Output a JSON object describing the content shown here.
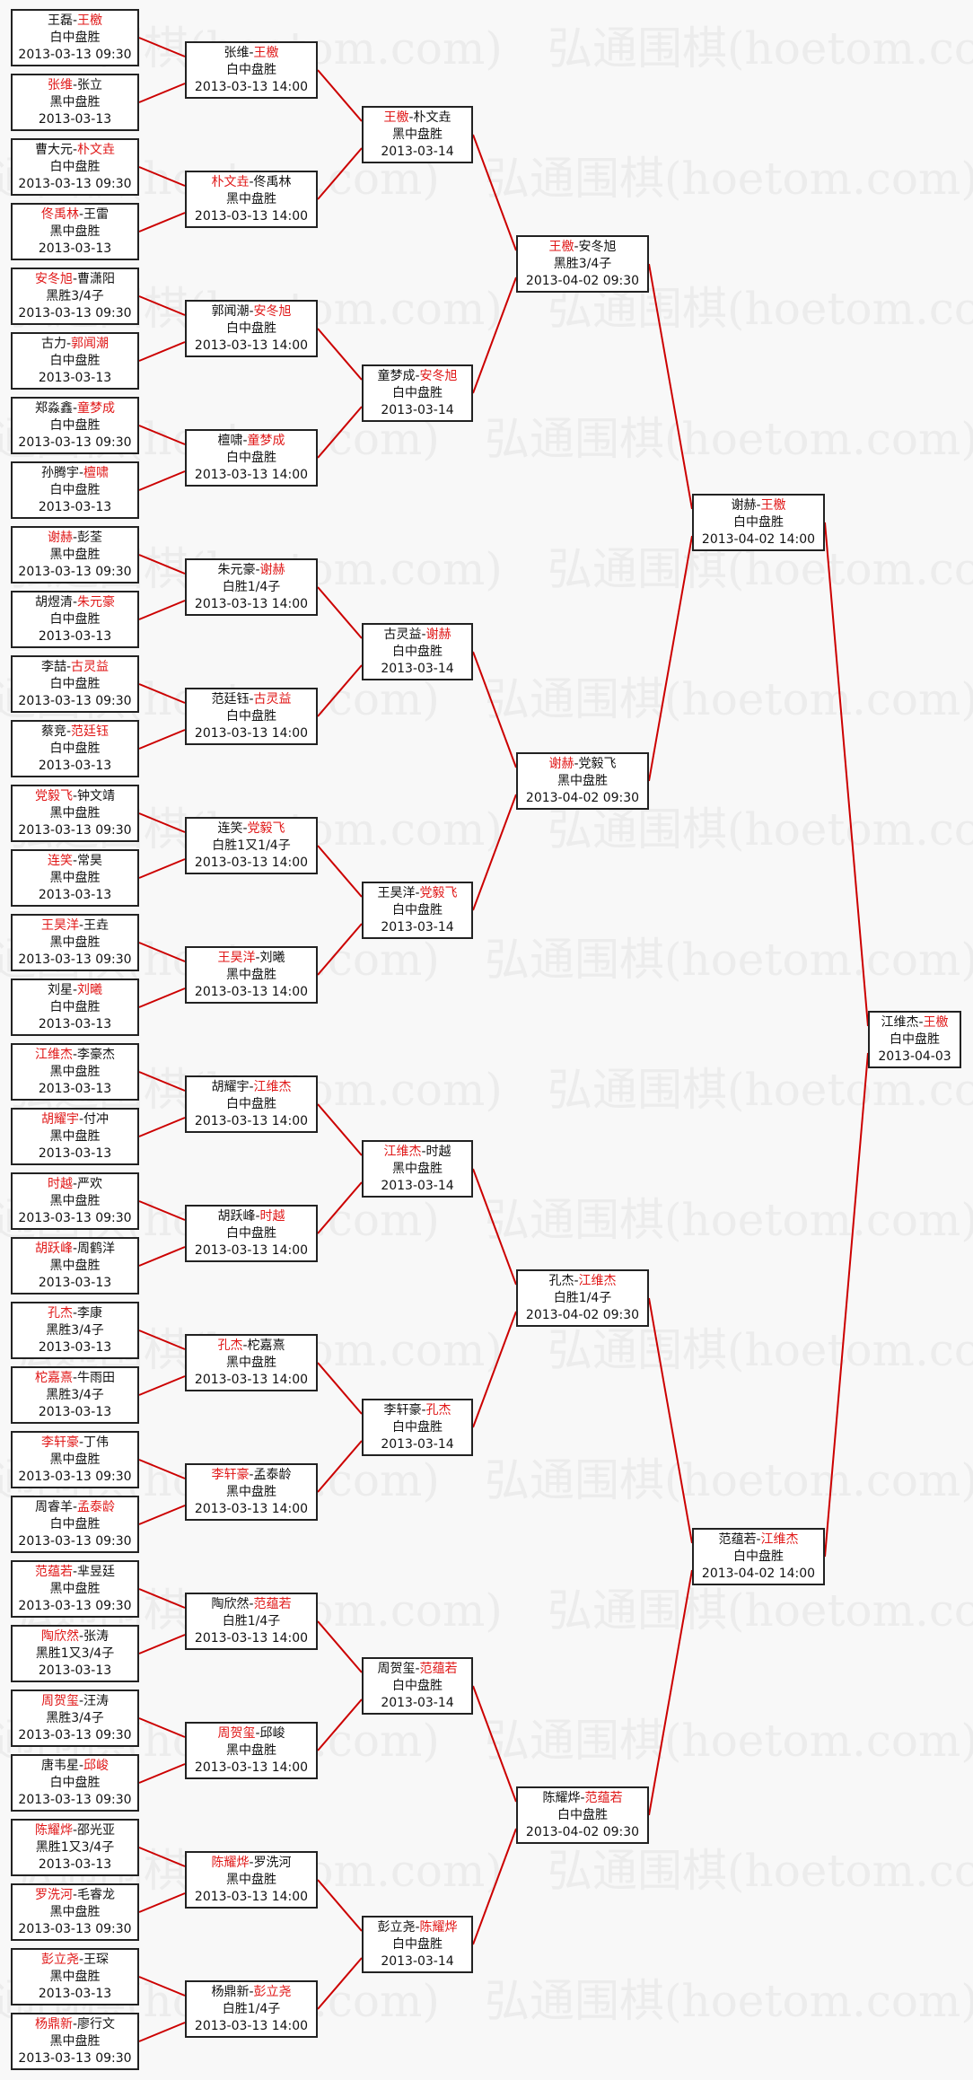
{
  "watermark": "弘通围棋(hoetom.com)",
  "colors": {
    "winner": "#e01818",
    "connector": "#cc0000",
    "border": "#222222"
  },
  "rounds": [
    [
      {
        "p1": "王磊",
        "p2": "王檄",
        "w": 2,
        "res": "白中盘胜",
        "date": "2013-03-13 09:30"
      },
      {
        "p1": "张维",
        "p2": "张立",
        "w": 1,
        "res": "黑中盘胜",
        "date": "2013-03-13"
      },
      {
        "p1": "曹大元",
        "p2": "朴文垚",
        "w": 2,
        "res": "白中盘胜",
        "date": "2013-03-13 09:30"
      },
      {
        "p1": "佟禹林",
        "p2": "王雷",
        "w": 1,
        "res": "黑中盘胜",
        "date": "2013-03-13"
      },
      {
        "p1": "安冬旭",
        "p2": "曹潇阳",
        "w": 1,
        "res": "黑胜3/4子",
        "date": "2013-03-13 09:30"
      },
      {
        "p1": "古力",
        "p2": "郭闻潮",
        "w": 2,
        "res": "白中盘胜",
        "date": "2013-03-13"
      },
      {
        "p1": "郑淼鑫",
        "p2": "童梦成",
        "w": 2,
        "res": "白中盘胜",
        "date": "2013-03-13 09:30"
      },
      {
        "p1": "孙腾宇",
        "p2": "檀啸",
        "w": 2,
        "res": "白中盘胜",
        "date": "2013-03-13"
      },
      {
        "p1": "谢赫",
        "p2": "彭荃",
        "w": 1,
        "res": "黑中盘胜",
        "date": "2013-03-13 09:30"
      },
      {
        "p1": "胡煜清",
        "p2": "朱元豪",
        "w": 2,
        "res": "白中盘胜",
        "date": "2013-03-13"
      },
      {
        "p1": "李喆",
        "p2": "古灵益",
        "w": 2,
        "res": "白中盘胜",
        "date": "2013-03-13 09:30"
      },
      {
        "p1": "蔡竞",
        "p2": "范廷钰",
        "w": 2,
        "res": "白中盘胜",
        "date": "2013-03-13"
      },
      {
        "p1": "党毅飞",
        "p2": "钟文靖",
        "w": 1,
        "res": "黑中盘胜",
        "date": "2013-03-13 09:30"
      },
      {
        "p1": "连笑",
        "p2": "常昊",
        "w": 1,
        "res": "黑中盘胜",
        "date": "2013-03-13"
      },
      {
        "p1": "王昊洋",
        "p2": "王垚",
        "w": 1,
        "res": "黑中盘胜",
        "date": "2013-03-13 09:30"
      },
      {
        "p1": "刘星",
        "p2": "刘曦",
        "w": 2,
        "res": "白中盘胜",
        "date": "2013-03-13"
      },
      {
        "p1": "江维杰",
        "p2": "李豪杰",
        "w": 1,
        "res": "黑中盘胜",
        "date": "2013-03-13"
      },
      {
        "p1": "胡耀宇",
        "p2": "付冲",
        "w": 1,
        "res": "黑中盘胜",
        "date": "2013-03-13"
      },
      {
        "p1": "时越",
        "p2": "严欢",
        "w": 1,
        "res": "黑中盘胜",
        "date": "2013-03-13 09:30"
      },
      {
        "p1": "胡跃峰",
        "p2": "周鹤洋",
        "w": 1,
        "res": "黑中盘胜",
        "date": "2013-03-13"
      },
      {
        "p1": "孔杰",
        "p2": "李康",
        "w": 1,
        "res": "黑胜3/4子",
        "date": "2013-03-13"
      },
      {
        "p1": "柁嘉熹",
        "p2": "牛雨田",
        "w": 1,
        "res": "黑胜3/4子",
        "date": "2013-03-13"
      },
      {
        "p1": "李轩豪",
        "p2": "丁伟",
        "w": 1,
        "res": "黑中盘胜",
        "date": "2013-03-13 09:30"
      },
      {
        "p1": "周睿羊",
        "p2": "孟泰龄",
        "w": 2,
        "res": "白中盘胜",
        "date": "2013-03-13 09:30"
      },
      {
        "p1": "范蕴若",
        "p2": "芈昱廷",
        "w": 1,
        "res": "黑中盘胜",
        "date": "2013-03-13 09:30"
      },
      {
        "p1": "陶欣然",
        "p2": "张涛",
        "w": 1,
        "res": "黑胜1又3/4子",
        "date": "2013-03-13"
      },
      {
        "p1": "周贺玺",
        "p2": "汪涛",
        "w": 1,
        "res": "黑胜3/4子",
        "date": "2013-03-13 09:30"
      },
      {
        "p1": "唐韦星",
        "p2": "邱峻",
        "w": 2,
        "res": "白中盘胜",
        "date": "2013-03-13 09:30"
      },
      {
        "p1": "陈耀烨",
        "p2": "邵光亚",
        "w": 1,
        "res": "黑胜1又3/4子",
        "date": "2013-03-13"
      },
      {
        "p1": "罗洗河",
        "p2": "毛睿龙",
        "w": 1,
        "res": "黑中盘胜",
        "date": "2013-03-13 09:30"
      },
      {
        "p1": "彭立尧",
        "p2": "王琛",
        "w": 1,
        "res": "黑中盘胜",
        "date": "2013-03-13"
      },
      {
        "p1": "杨鼎新",
        "p2": "廖行文",
        "w": 1,
        "res": "黑中盘胜",
        "date": "2013-03-13 09:30"
      }
    ],
    [
      {
        "p1": "张维",
        "p2": "王檄",
        "w": 2,
        "res": "白中盘胜",
        "date": "2013-03-13 14:00"
      },
      {
        "p1": "朴文垚",
        "p2": "佟禹林",
        "w": 1,
        "res": "黑中盘胜",
        "date": "2013-03-13 14:00"
      },
      {
        "p1": "郭闻潮",
        "p2": "安冬旭",
        "w": 2,
        "res": "白中盘胜",
        "date": "2013-03-13 14:00"
      },
      {
        "p1": "檀啸",
        "p2": "童梦成",
        "w": 2,
        "res": "白中盘胜",
        "date": "2013-03-13 14:00"
      },
      {
        "p1": "朱元豪",
        "p2": "谢赫",
        "w": 2,
        "res": "白胜1/4子",
        "date": "2013-03-13 14:00"
      },
      {
        "p1": "范廷钰",
        "p2": "古灵益",
        "w": 2,
        "res": "白中盘胜",
        "date": "2013-03-13 14:00"
      },
      {
        "p1": "连笑",
        "p2": "党毅飞",
        "w": 2,
        "res": "白胜1又1/4子",
        "date": "2013-03-13 14:00"
      },
      {
        "p1": "王昊洋",
        "p2": "刘曦",
        "w": 1,
        "res": "黑中盘胜",
        "date": "2013-03-13 14:00"
      },
      {
        "p1": "胡耀宇",
        "p2": "江维杰",
        "w": 2,
        "res": "白中盘胜",
        "date": "2013-03-13 14:00"
      },
      {
        "p1": "胡跃峰",
        "p2": "时越",
        "w": 2,
        "res": "白中盘胜",
        "date": "2013-03-13 14:00"
      },
      {
        "p1": "孔杰",
        "p2": "柁嘉熹",
        "w": 1,
        "res": "黑中盘胜",
        "date": "2013-03-13 14:00"
      },
      {
        "p1": "李轩豪",
        "p2": "孟泰龄",
        "w": 1,
        "res": "黑中盘胜",
        "date": "2013-03-13 14:00"
      },
      {
        "p1": "陶欣然",
        "p2": "范蕴若",
        "w": 2,
        "res": "白胜1/4子",
        "date": "2013-03-13 14:00"
      },
      {
        "p1": "周贺玺",
        "p2": "邱峻",
        "w": 1,
        "res": "黑中盘胜",
        "date": "2013-03-13 14:00"
      },
      {
        "p1": "陈耀烨",
        "p2": "罗洗河",
        "w": 1,
        "res": "黑中盘胜",
        "date": "2013-03-13 14:00"
      },
      {
        "p1": "杨鼎新",
        "p2": "彭立尧",
        "w": 2,
        "res": "白胜1/4子",
        "date": "2013-03-13 14:00"
      }
    ],
    [
      {
        "p1": "王檄",
        "p2": "朴文垚",
        "w": 1,
        "res": "黑中盘胜",
        "date": "2013-03-14"
      },
      {
        "p1": "童梦成",
        "p2": "安冬旭",
        "w": 2,
        "res": "白中盘胜",
        "date": "2013-03-14"
      },
      {
        "p1": "古灵益",
        "p2": "谢赫",
        "w": 2,
        "res": "白中盘胜",
        "date": "2013-03-14"
      },
      {
        "p1": "王昊洋",
        "p2": "党毅飞",
        "w": 2,
        "res": "白中盘胜",
        "date": "2013-03-14"
      },
      {
        "p1": "江维杰",
        "p2": "时越",
        "w": 1,
        "res": "黑中盘胜",
        "date": "2013-03-14"
      },
      {
        "p1": "李轩豪",
        "p2": "孔杰",
        "w": 2,
        "res": "白中盘胜",
        "date": "2013-03-14"
      },
      {
        "p1": "周贺玺",
        "p2": "范蕴若",
        "w": 2,
        "res": "白中盘胜",
        "date": "2013-03-14"
      },
      {
        "p1": "彭立尧",
        "p2": "陈耀烨",
        "w": 2,
        "res": "白中盘胜",
        "date": "2013-03-14"
      }
    ],
    [
      {
        "p1": "王檄",
        "p2": "安冬旭",
        "w": 1,
        "res": "黑胜3/4子",
        "date": "2013-04-02 09:30"
      },
      {
        "p1": "谢赫",
        "p2": "党毅飞",
        "w": 1,
        "res": "黑中盘胜",
        "date": "2013-04-02 09:30"
      },
      {
        "p1": "孔杰",
        "p2": "江维杰",
        "w": 2,
        "res": "白胜1/4子",
        "date": "2013-04-02 09:30"
      },
      {
        "p1": "陈耀烨",
        "p2": "范蕴若",
        "w": 2,
        "res": "白中盘胜",
        "date": "2013-04-02 09:30"
      }
    ],
    [
      {
        "p1": "谢赫",
        "p2": "王檄",
        "w": 2,
        "res": "白中盘胜",
        "date": "2013-04-02 14:00"
      },
      {
        "p1": "范蕴若",
        "p2": "江维杰",
        "w": 2,
        "res": "白中盘胜",
        "date": "2013-04-02 14:00"
      }
    ],
    [
      {
        "p1": "江维杰",
        "p2": "王檄",
        "w": 2,
        "res": "白中盘胜",
        "date": "2013-04-03"
      }
    ]
  ]
}
